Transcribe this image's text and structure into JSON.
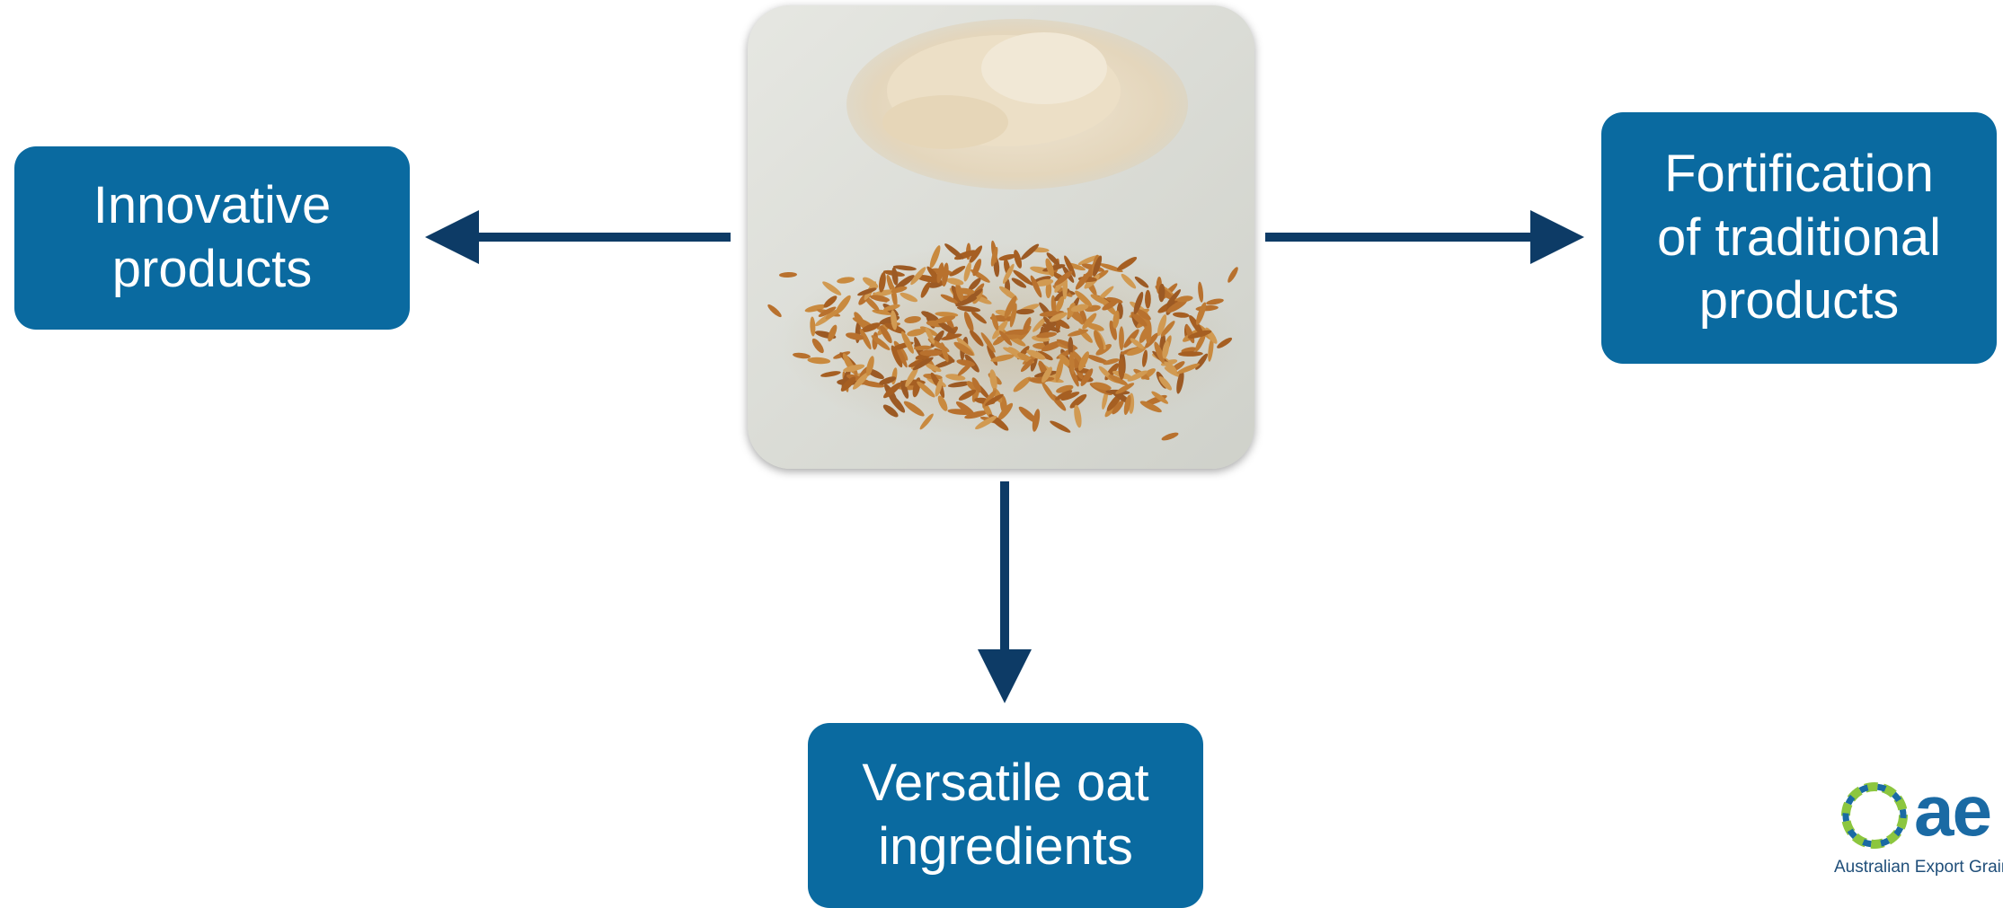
{
  "nodes": {
    "innovative": {
      "lines": [
        "Innovative",
        "products"
      ]
    },
    "fortification": {
      "lines": [
        "Fortification",
        "of traditional",
        "products"
      ]
    },
    "versatile": {
      "lines": [
        "Versatile oat",
        "ingredients"
      ]
    }
  },
  "center": {
    "image_subject": "oat flour and whole oat grains"
  },
  "logo": {
    "letters": "ae",
    "tagline": "Australian Export Grains"
  },
  "colors": {
    "box_fill": "#0a6aa0",
    "box_text": "#ffffff",
    "arrow": "#0d3b66",
    "logo_blue": "#1a6aa4",
    "logo_green": "#8cc63f"
  }
}
